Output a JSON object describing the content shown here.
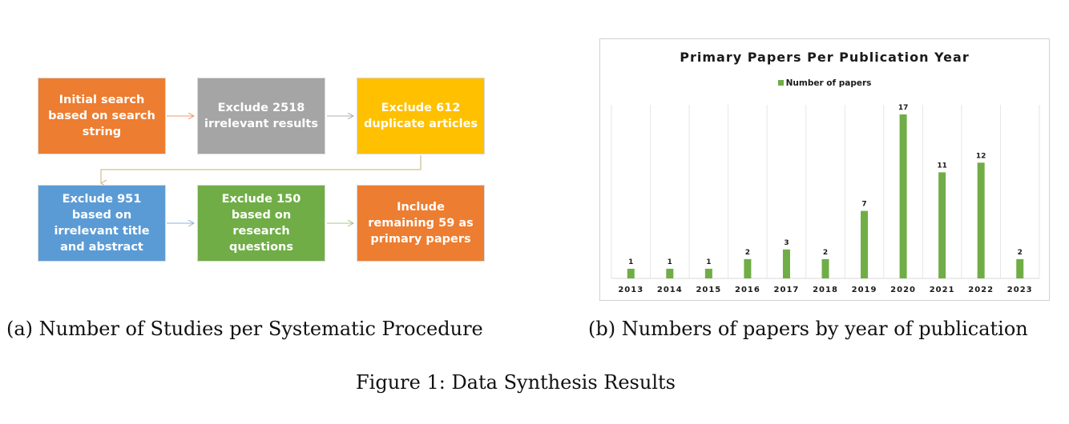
{
  "flow": {
    "boxes": [
      {
        "text": "Initial search based on search string",
        "color": "#ed7d31"
      },
      {
        "text": "Exclude 2518 irrelevant results",
        "color": "#a5a5a5"
      },
      {
        "text": "Exclude 612 duplicate articles",
        "color": "#ffc000"
      },
      {
        "text": "Exclude 951 based on irrelevant title and abstract",
        "color": "#5b9bd5"
      },
      {
        "text": "Exclude 150 based on research questions",
        "color": "#70ad47"
      },
      {
        "text": "Include remaining 59 as primary papers",
        "color": "#ed7d31"
      }
    ]
  },
  "chart_data": {
    "type": "bar",
    "title": "Primary Papers Per Publication Year",
    "categories": [
      "2013",
      "2014",
      "2015",
      "2016",
      "2017",
      "2018",
      "2019",
      "2020",
      "2021",
      "2022",
      "2023"
    ],
    "series": [
      {
        "name": "Number of papers",
        "values": [
          1,
          1,
          1,
          2,
          3,
          2,
          7,
          17,
          11,
          12,
          2
        ],
        "color": "#70ad47"
      }
    ],
    "ylim": [
      0,
      18
    ],
    "grid": "vertical",
    "legend": "top-center",
    "data_labels": true
  },
  "captions": {
    "a": "(a) Number of Studies per Systematic Procedure",
    "b": "(b) Numbers of papers by year of publication",
    "figure": "Figure 1: Data Synthesis Results"
  }
}
